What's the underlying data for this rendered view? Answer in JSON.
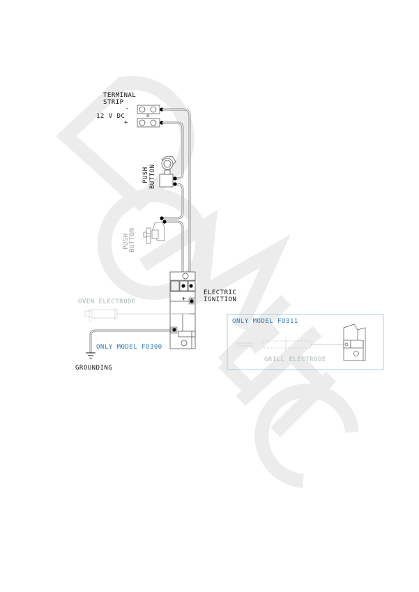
{
  "watermark": {
    "text": "DOMETIC",
    "color": "#ececec"
  },
  "labels": {
    "terminal_strip": [
      "TERMINAL",
      "STRIP"
    ],
    "voltage": "12 V DC",
    "minus": "-",
    "plus": "+",
    "push_button_1": [
      "PUSH",
      "BUTTON"
    ],
    "push_button_2": [
      "PUSH",
      "BUTTON"
    ],
    "electric_ignition": [
      "ELECTRIC",
      "IGNITION"
    ],
    "ignition_plus": "+",
    "ignition_minus": "-",
    "oven_electrode": "OVEN ELECTRODE",
    "only_model_fo300": "ONLY MODEL FO300",
    "grounding": "GROUNDING",
    "only_model_fo311": "ONLY MODEL FO311",
    "grill_electrode": "GRILL ELECTRODE"
  },
  "colors": {
    "wire": "#777777",
    "outline": "#555555",
    "note_blue": "#2a7ab8",
    "inset_border": "#a8ccd8",
    "faint_part": "#c8d2d2"
  }
}
